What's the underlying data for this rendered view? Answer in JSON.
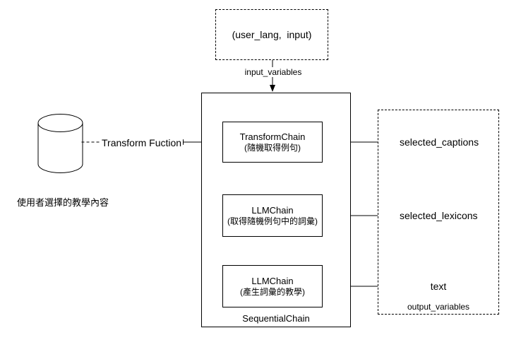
{
  "canvas": {
    "background_color": "#ffffff",
    "line_color": "#000000"
  },
  "input_node": {
    "label": "(user_lang,  input)"
  },
  "edge_labels": {
    "input": "input_variables"
  },
  "chain": {
    "container_label": "SequentialChain",
    "steps": [
      {
        "title": "TransformChain",
        "subtitle": "(隨機取得例句)"
      },
      {
        "title": "LLMChain",
        "subtitle": "(取得隨機例句中的詞彙)"
      },
      {
        "title": "LLMChain",
        "subtitle": "(產生詞彙的教學)"
      }
    ]
  },
  "outputs": {
    "box_label": "output_variables",
    "items": [
      {
        "label": "selected_captions"
      },
      {
        "label": "selected_lexicons"
      },
      {
        "label": "text"
      }
    ]
  },
  "datastore": {
    "annotation": "Transform Fuction",
    "caption": "使用者選擇的教學內容"
  }
}
